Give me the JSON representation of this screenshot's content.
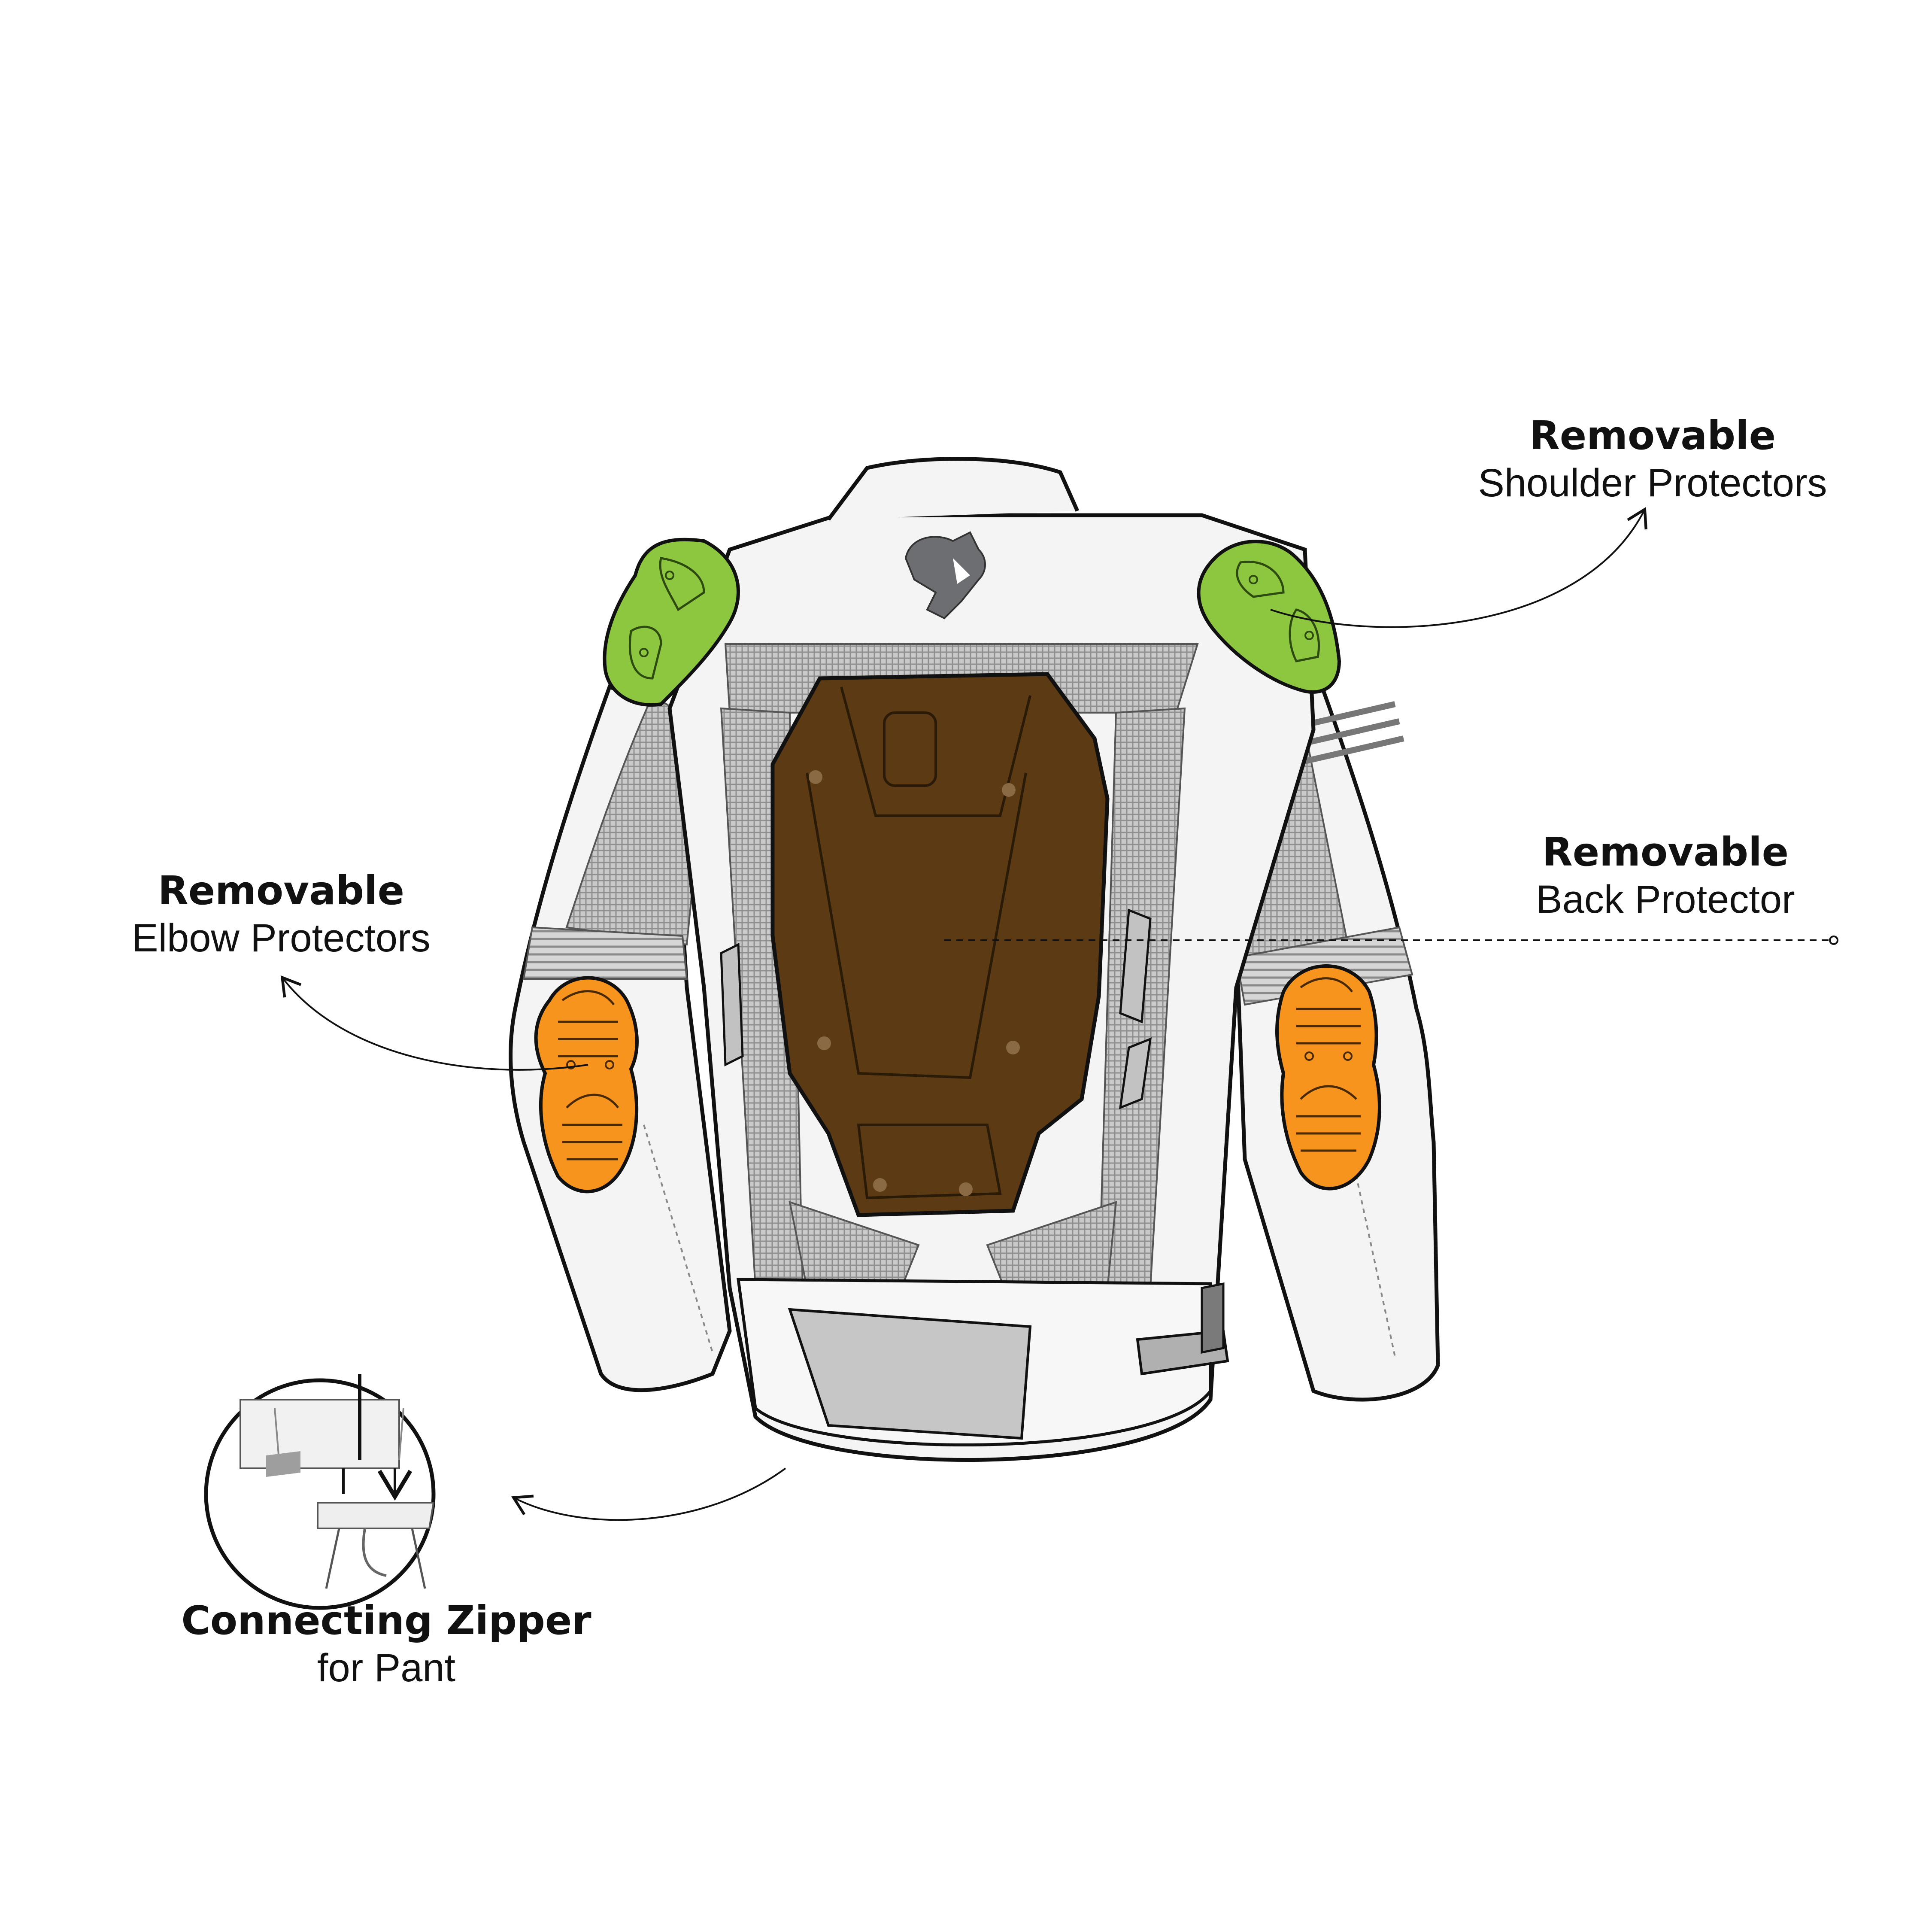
{
  "callouts": {
    "shoulder": {
      "heading": "Removable",
      "text": "Shoulder Protectors"
    },
    "back": {
      "heading": "Removable",
      "text": "Back Protector"
    },
    "elbow": {
      "heading": "Removable",
      "text": "Elbow Protectors"
    },
    "zipper": {
      "heading": "Connecting Zipper",
      "text": "for Pant"
    }
  },
  "colors": {
    "shoulder_protector": "#8dc63f",
    "elbow_protector": "#f7941d",
    "back_protector": "#5c3a14",
    "mesh_panel": "#b5b5b5",
    "jacket_shell": "#f4f4f4",
    "outline": "#111111"
  },
  "icons": [
    "bear-logo-icon",
    "arrow-icon"
  ]
}
